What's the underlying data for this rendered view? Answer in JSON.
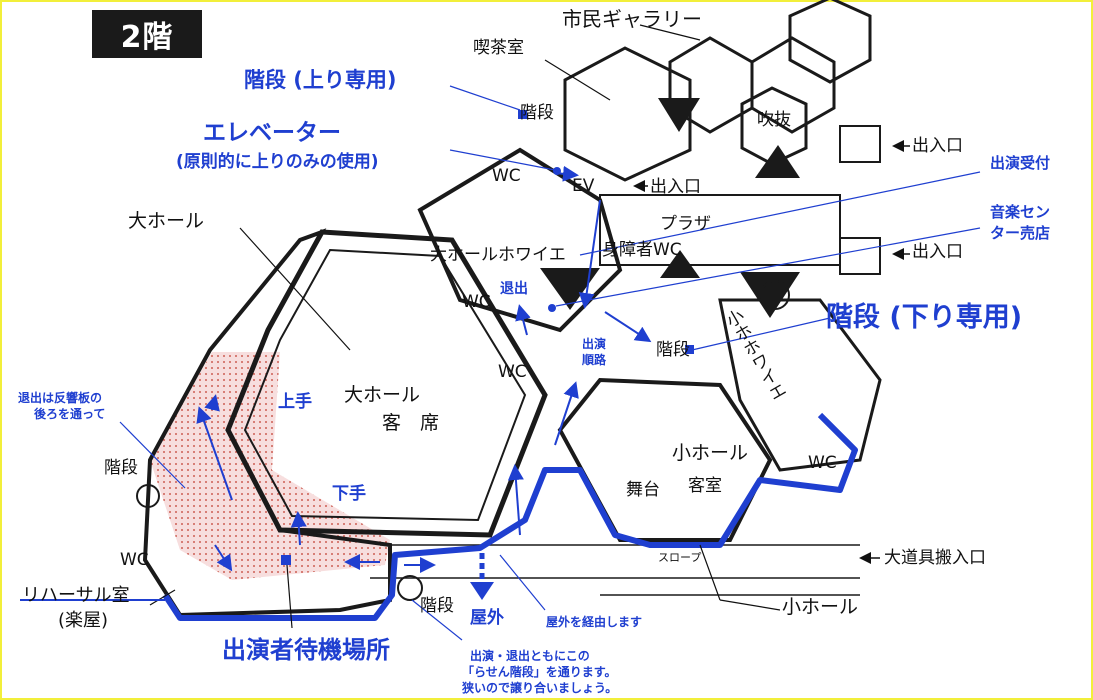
{
  "floor": "2階",
  "labels": {
    "cafe": "喫茶室",
    "gallery": "市民ギャラリー",
    "atrium": "吹抜",
    "entrance1": "出入口",
    "entrance2": "出入口",
    "entrance3": "出入口",
    "wc1": "WC",
    "ev": "EV",
    "plaza": "プラザ",
    "lobby": "大ホールホワイエ",
    "accessible_wc": "身障者WC",
    "big_hall": "大ホール",
    "wc2": "WC",
    "wc3": "WC",
    "hall_seats_1": "大ホール",
    "hall_seats_2": "客　席",
    "stairs1": "階段",
    "stairs2": "階段",
    "stairs3": "階段",
    "small_foyer": "小ホホワイエ",
    "small_hall": "小ホール",
    "stage": "舞台",
    "small_seats": "客室",
    "wc4": "WC",
    "slope": "スロープ",
    "loading": "大道具搬入口",
    "small_hall_2": "小ホール",
    "wc5": "WC",
    "rehearsal": "リハーサル室",
    "green_room": "(楽屋)"
  },
  "annotations": {
    "up_stairs": "階段 (上り専用)",
    "elevator": "エレベーター",
    "elevator_note": "(原則的に上りのみの使用)",
    "reception": "出演受付",
    "music_center_1": "音楽セン",
    "music_center_2": "ター売店",
    "down_stairs": "階段 (下り専用)",
    "exit": "退出",
    "route_1": "出演",
    "route_2": "順路",
    "upstage": "上手",
    "downstage": "下手",
    "exit_note_1": "退出は反響板の",
    "exit_note_2": "後ろを通って",
    "waiting_area": "出演者待機場所",
    "outdoors": "屋外",
    "via_outdoors": "屋外を経由します",
    "spiral_1": "出演・退出ともにこの",
    "spiral_2": "「らせん階段」を通ります。",
    "spiral_3": "狭いので譲り合いましょう。"
  },
  "colors": {
    "annotation_blue": "#1f3fd0",
    "waiting_area_fill": "#f6d6d6",
    "wall": "#1a1a1a",
    "frame": "#f2ef3a"
  }
}
